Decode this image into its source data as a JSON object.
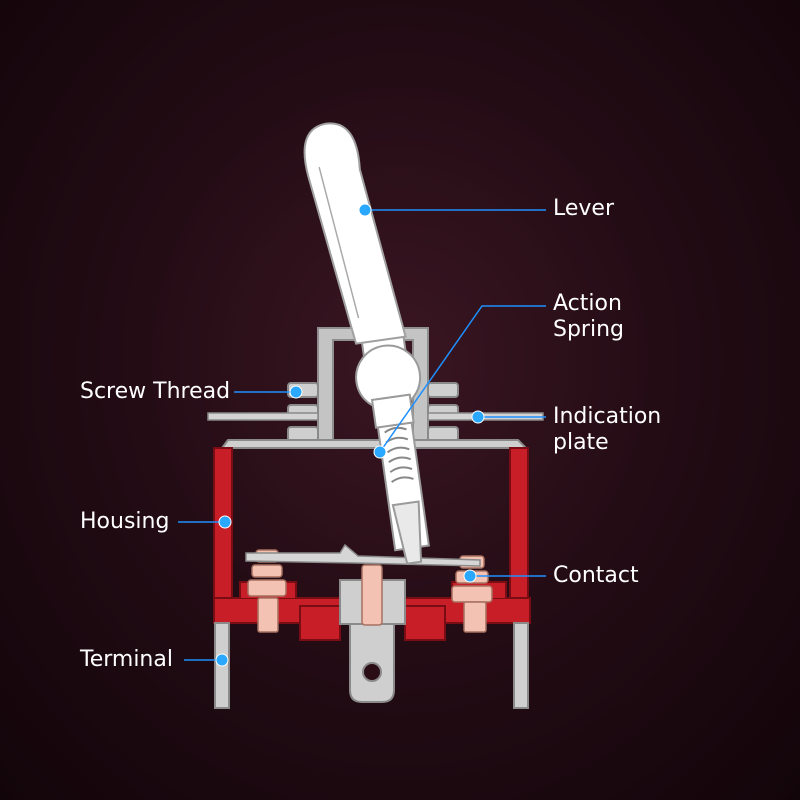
{
  "colors": {
    "background": "#240c15",
    "leader": "#1e90ff",
    "dot": "#2aa7ff",
    "housing": "#c81e28",
    "metal": "#b9b9b9",
    "contact": "#f3c2b2",
    "lever": "#ffffff",
    "text": "#ffffff"
  },
  "labels": {
    "lever": [
      "Lever"
    ],
    "action_spring": [
      "Action",
      "Spring"
    ],
    "screw_thread": [
      "Screw Thread"
    ],
    "indication_plate": [
      "Indication",
      "plate"
    ],
    "housing": [
      "Housing"
    ],
    "contact": [
      "Contact"
    ],
    "terminal": [
      "Terminal"
    ]
  }
}
